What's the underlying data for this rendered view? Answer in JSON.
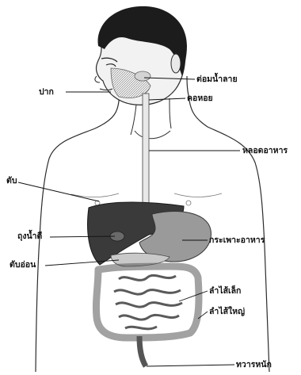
{
  "diagram": {
    "labels": {
      "mouth": "ปาก",
      "salivary_gland": "ต่อมน้ำลาย",
      "pharynx": "คอหอย",
      "esophagus": "หลอดอาหาร",
      "liver": "ตับ",
      "gallbladder": "ถุงน้ำดี",
      "stomach": "กระเพาะอาหาร",
      "pancreas": "ตับอ่อน",
      "small_intestine": "ลำไส้เล็ก",
      "large_intestine": "ลำไส้ใหญ่",
      "anus": "ทวารหนัก"
    },
    "colors": {
      "skin_outline": "#2b2b2b",
      "hair": "#1c1c1c",
      "liver": "#3a3a3a",
      "stomach": "#9a9a9a",
      "intestine": "#b5b5b5",
      "leader_line": "#111111"
    }
  }
}
